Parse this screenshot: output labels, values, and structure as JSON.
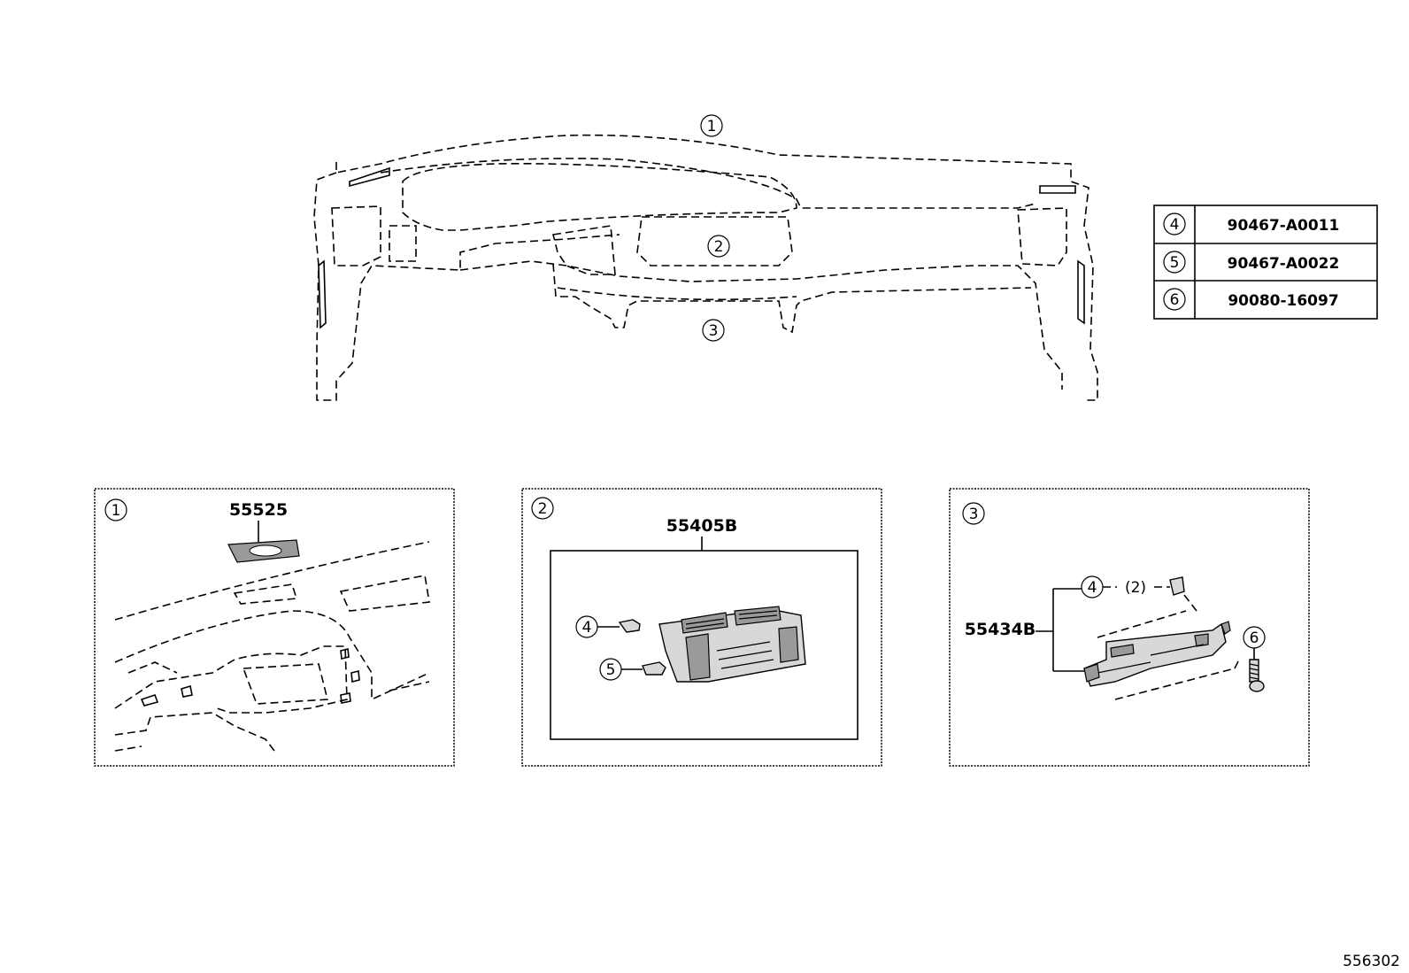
{
  "callouts": {
    "c1": "1",
    "c2": "2",
    "c3": "3",
    "c4": "4",
    "c5": "5",
    "c6": "6"
  },
  "legend": [
    {
      "key": "4",
      "part_number": "90467-A0011"
    },
    {
      "key": "5",
      "part_number": "90467-A0022"
    },
    {
      "key": "6",
      "part_number": "90080-16097"
    }
  ],
  "panel1": {
    "callout": "1",
    "part_number": "55525"
  },
  "panel2": {
    "callout": "2",
    "part_number": "55405B",
    "clip4": "4",
    "clip5": "5"
  },
  "panel3": {
    "callout": "3",
    "part_number": "55434B",
    "clip4": "4",
    "clip4_qty": "(2)",
    "screw6": "6"
  },
  "diagram_id": "556302"
}
